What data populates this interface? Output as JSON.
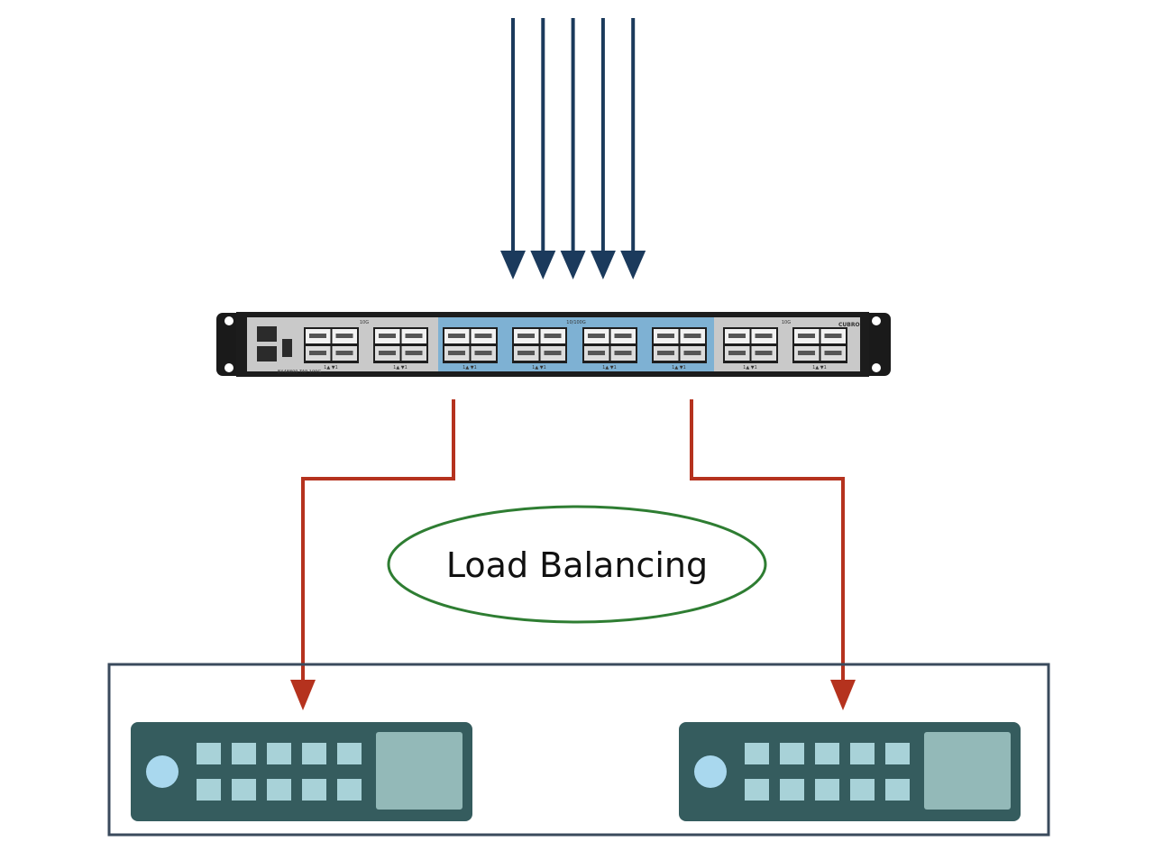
{
  "diagram": {
    "label": "Load Balancing",
    "incoming_streams": 5,
    "output_links": 2,
    "server_units": 2
  },
  "switch": {
    "brand_text": "CUBRO",
    "group_labels": [
      "10G",
      "10/100G",
      "10G"
    ],
    "model_text": "EX48800 TAP 100G",
    "cage_groups": 8,
    "highlighted_groups": [
      2,
      3,
      4,
      5
    ],
    "port_label": "1▲ ▼1"
  },
  "colors": {
    "input_arrow": "#1b3a5c",
    "output_arrow": "#b5321e",
    "ellipse": "#2e7d32",
    "server_body": "#355c5e",
    "server_button": "#a8d2d8",
    "server_screen": "#93b9b8",
    "server_led": "#a9d8ee",
    "group_frame": "#3a4a5c",
    "switch_highlight": "#7eb1d3",
    "switch_panel": "#c9c9c9"
  }
}
